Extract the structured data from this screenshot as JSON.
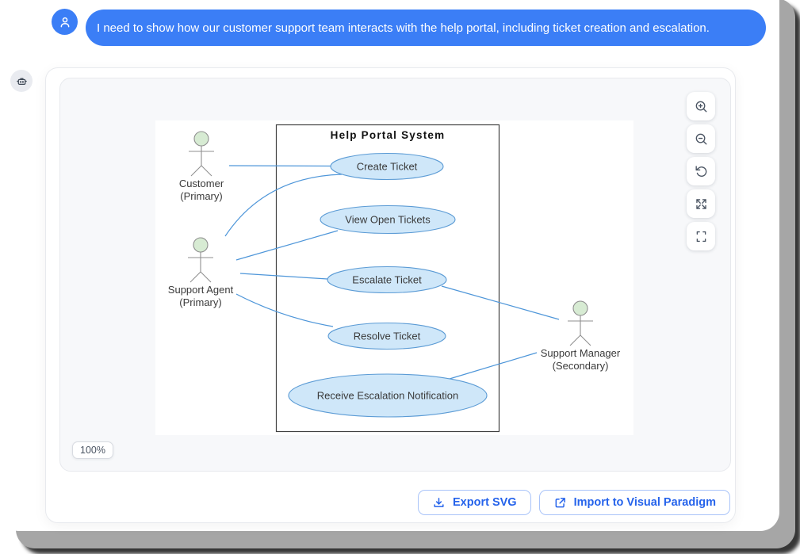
{
  "chat": {
    "user_message": "I need to show how our customer support team interacts with the help portal, including ticket creation and escalation.",
    "user_avatar_icon": "person-icon",
    "assistant_avatar_icon": "robot-icon"
  },
  "viewer": {
    "zoom_level": "100%",
    "controls": [
      {
        "name": "zoom-in",
        "icon": "magnifier-plus-icon"
      },
      {
        "name": "zoom-out",
        "icon": "magnifier-minus-icon"
      },
      {
        "name": "reset-view",
        "icon": "rotate-ccw-icon"
      },
      {
        "name": "expand",
        "icon": "arrows-out-icon"
      },
      {
        "name": "fullscreen",
        "icon": "corner-brackets-icon"
      }
    ]
  },
  "actions": {
    "export_svg_label": "Export SVG",
    "import_vp_label": "Import to Visual Paradigm"
  },
  "diagram": {
    "type": "uml-use-case",
    "system": "Help Portal System",
    "actors": [
      {
        "name": "Customer",
        "stereotype": "(Primary)"
      },
      {
        "name": "Support Agent",
        "stereotype": "(Primary)"
      },
      {
        "name": "Support Manager",
        "stereotype": "(Secondary)"
      }
    ],
    "use_cases": [
      "Create Ticket",
      "View Open Tickets",
      "Escalate Ticket",
      "Resolve Ticket",
      "Receive Escalation Notification"
    ],
    "associations": [
      [
        "Customer",
        "Create Ticket"
      ],
      [
        "Support Agent",
        "Create Ticket"
      ],
      [
        "Support Agent",
        "View Open Tickets"
      ],
      [
        "Support Agent",
        "Escalate Ticket"
      ],
      [
        "Support Agent",
        "Resolve Ticket"
      ],
      [
        "Escalate Ticket",
        "Support Manager"
      ],
      [
        "Receive Escalation Notification",
        "Support Manager"
      ]
    ],
    "colors": {
      "use_case_fill": "#cfe7f9",
      "use_case_stroke": "#5b9bd5",
      "edge": "#4e96d9",
      "actor_head_fill": "#d7ebd3",
      "actor_stroke": "#8f8f8f",
      "boundary_stroke": "#404040",
      "label": "#3a3a3a"
    },
    "accent_color": "#3b7ef6"
  }
}
